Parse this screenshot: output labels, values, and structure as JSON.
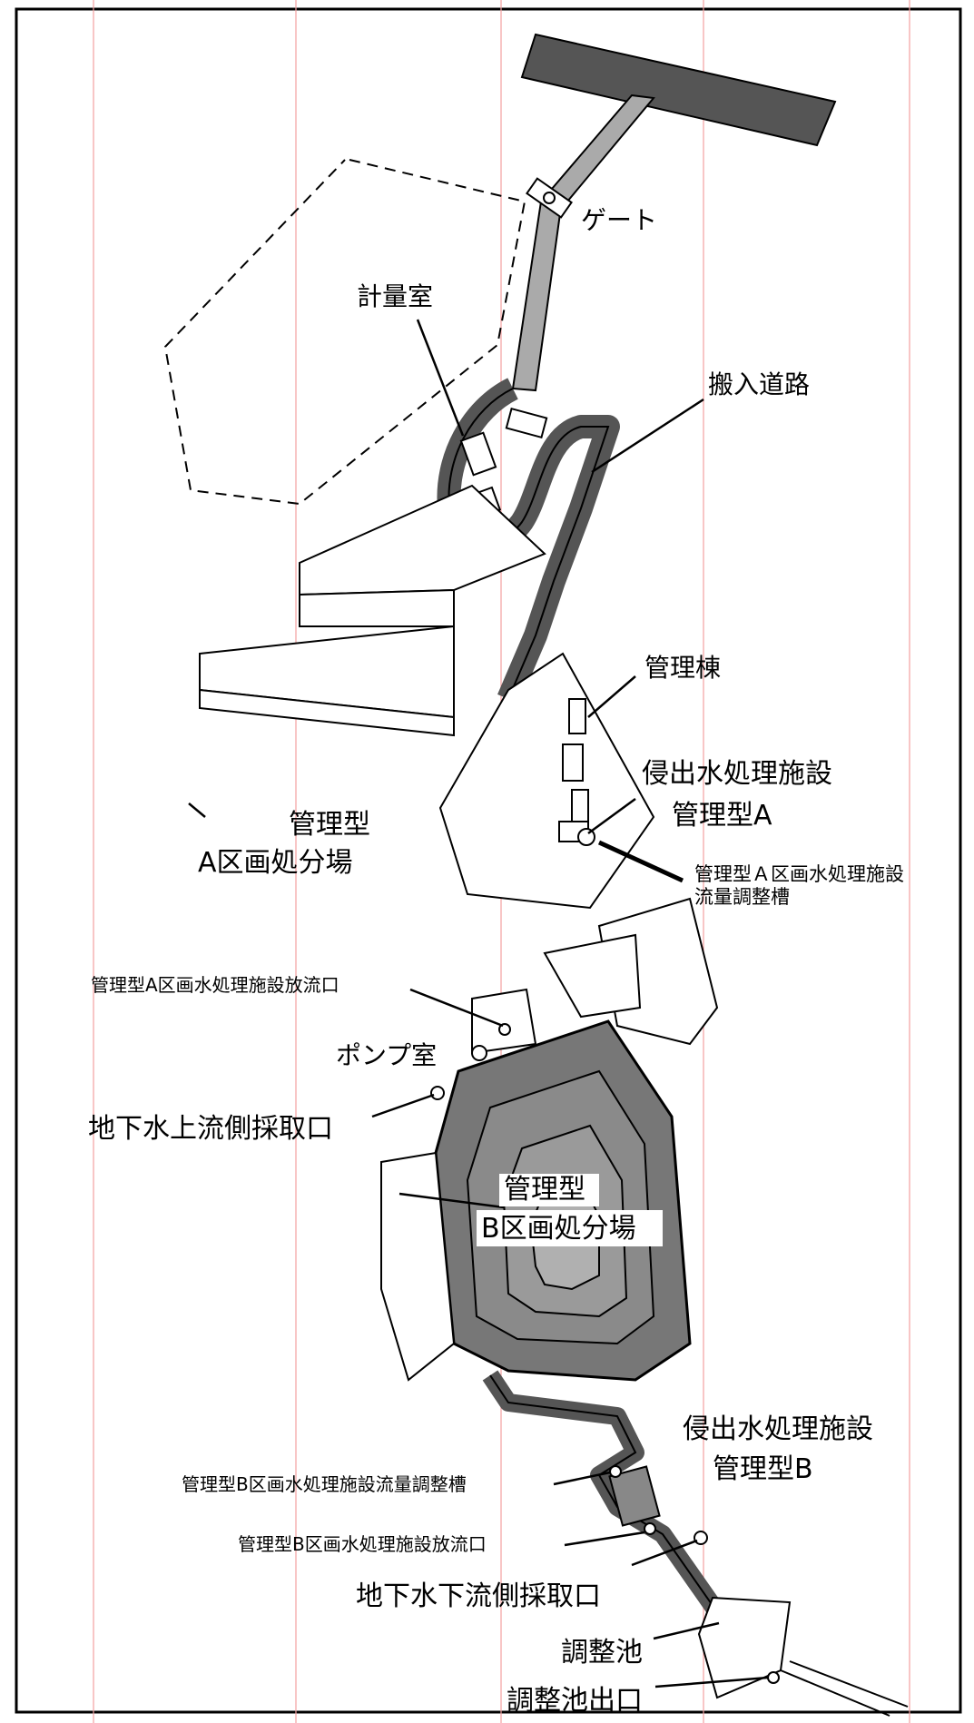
{
  "map": {
    "labels": {
      "gate": "ゲート",
      "weighing_room": "計量室",
      "access_road": "搬入道路",
      "admin_building": "管理棟",
      "leachate_facility_a_line1": "侵出水処理施設",
      "leachate_facility_a_line2": "管理型A",
      "flow_tank_a_line1": "管理型Ａ区画水処理施設",
      "flow_tank_a_line2": "流量調整槽",
      "landfill_a_line1": "管理型",
      "landfill_a_line2": "A区画処分場",
      "outlet_a": "管理型A区画水処理施設放流口",
      "pump_room": "ポンプ室",
      "groundwater_upstream": "地下水上流側採取口",
      "landfill_b_line1": "管理型",
      "landfill_b_line2": "B区画処分場",
      "leachate_facility_b_line1": "侵出水処理施設",
      "leachate_facility_b_line2": "管理型B",
      "flow_tank_b": "管理型B区画水処理施設流量調整槽",
      "outlet_b": "管理型B区画水処理施設放流口",
      "groundwater_downstream": "地下水下流側採取口",
      "retention_pond": "調整池",
      "retention_pond_outlet": "調整池出口"
    },
    "colors": {
      "road_fill": "#555555",
      "landfill_b_fill": "#777777",
      "guide_line": "#f2a0a0",
      "line": "#000000",
      "background": "#ffffff"
    }
  }
}
